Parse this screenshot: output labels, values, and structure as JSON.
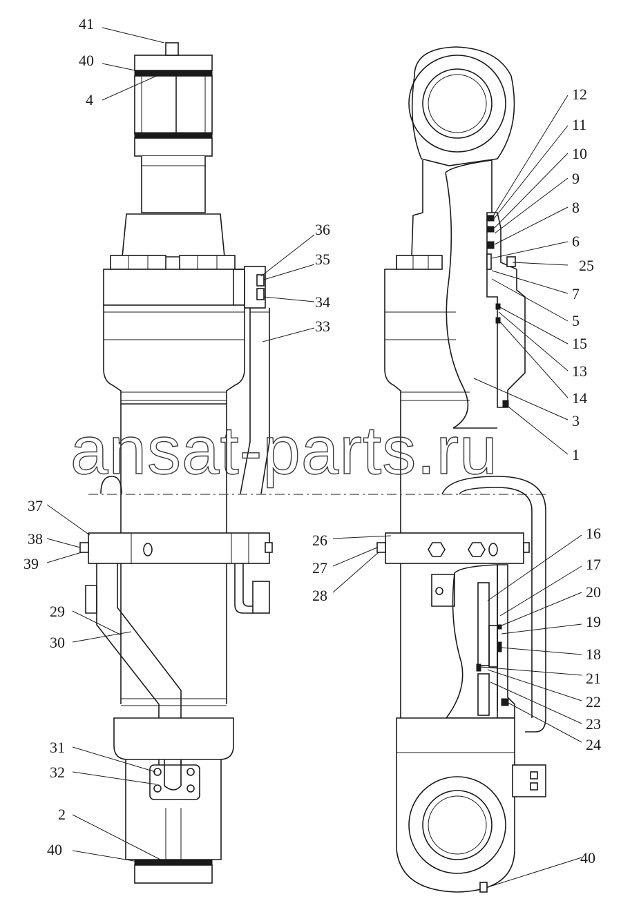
{
  "watermark": "ansat-parts.ru",
  "callouts": {
    "left": [
      "41",
      "40",
      "4",
      "36",
      "35",
      "34",
      "33",
      "37",
      "38",
      "39",
      "29",
      "30",
      "31",
      "32",
      "2",
      "40"
    ],
    "right": [
      "12",
      "11",
      "10",
      "9",
      "8",
      "6",
      "25",
      "7",
      "5",
      "15",
      "13",
      "14",
      "3",
      "1",
      "26",
      "27",
      "28",
      "16",
      "17",
      "20",
      "19",
      "18",
      "21",
      "22",
      "23",
      "24",
      "40"
    ]
  }
}
